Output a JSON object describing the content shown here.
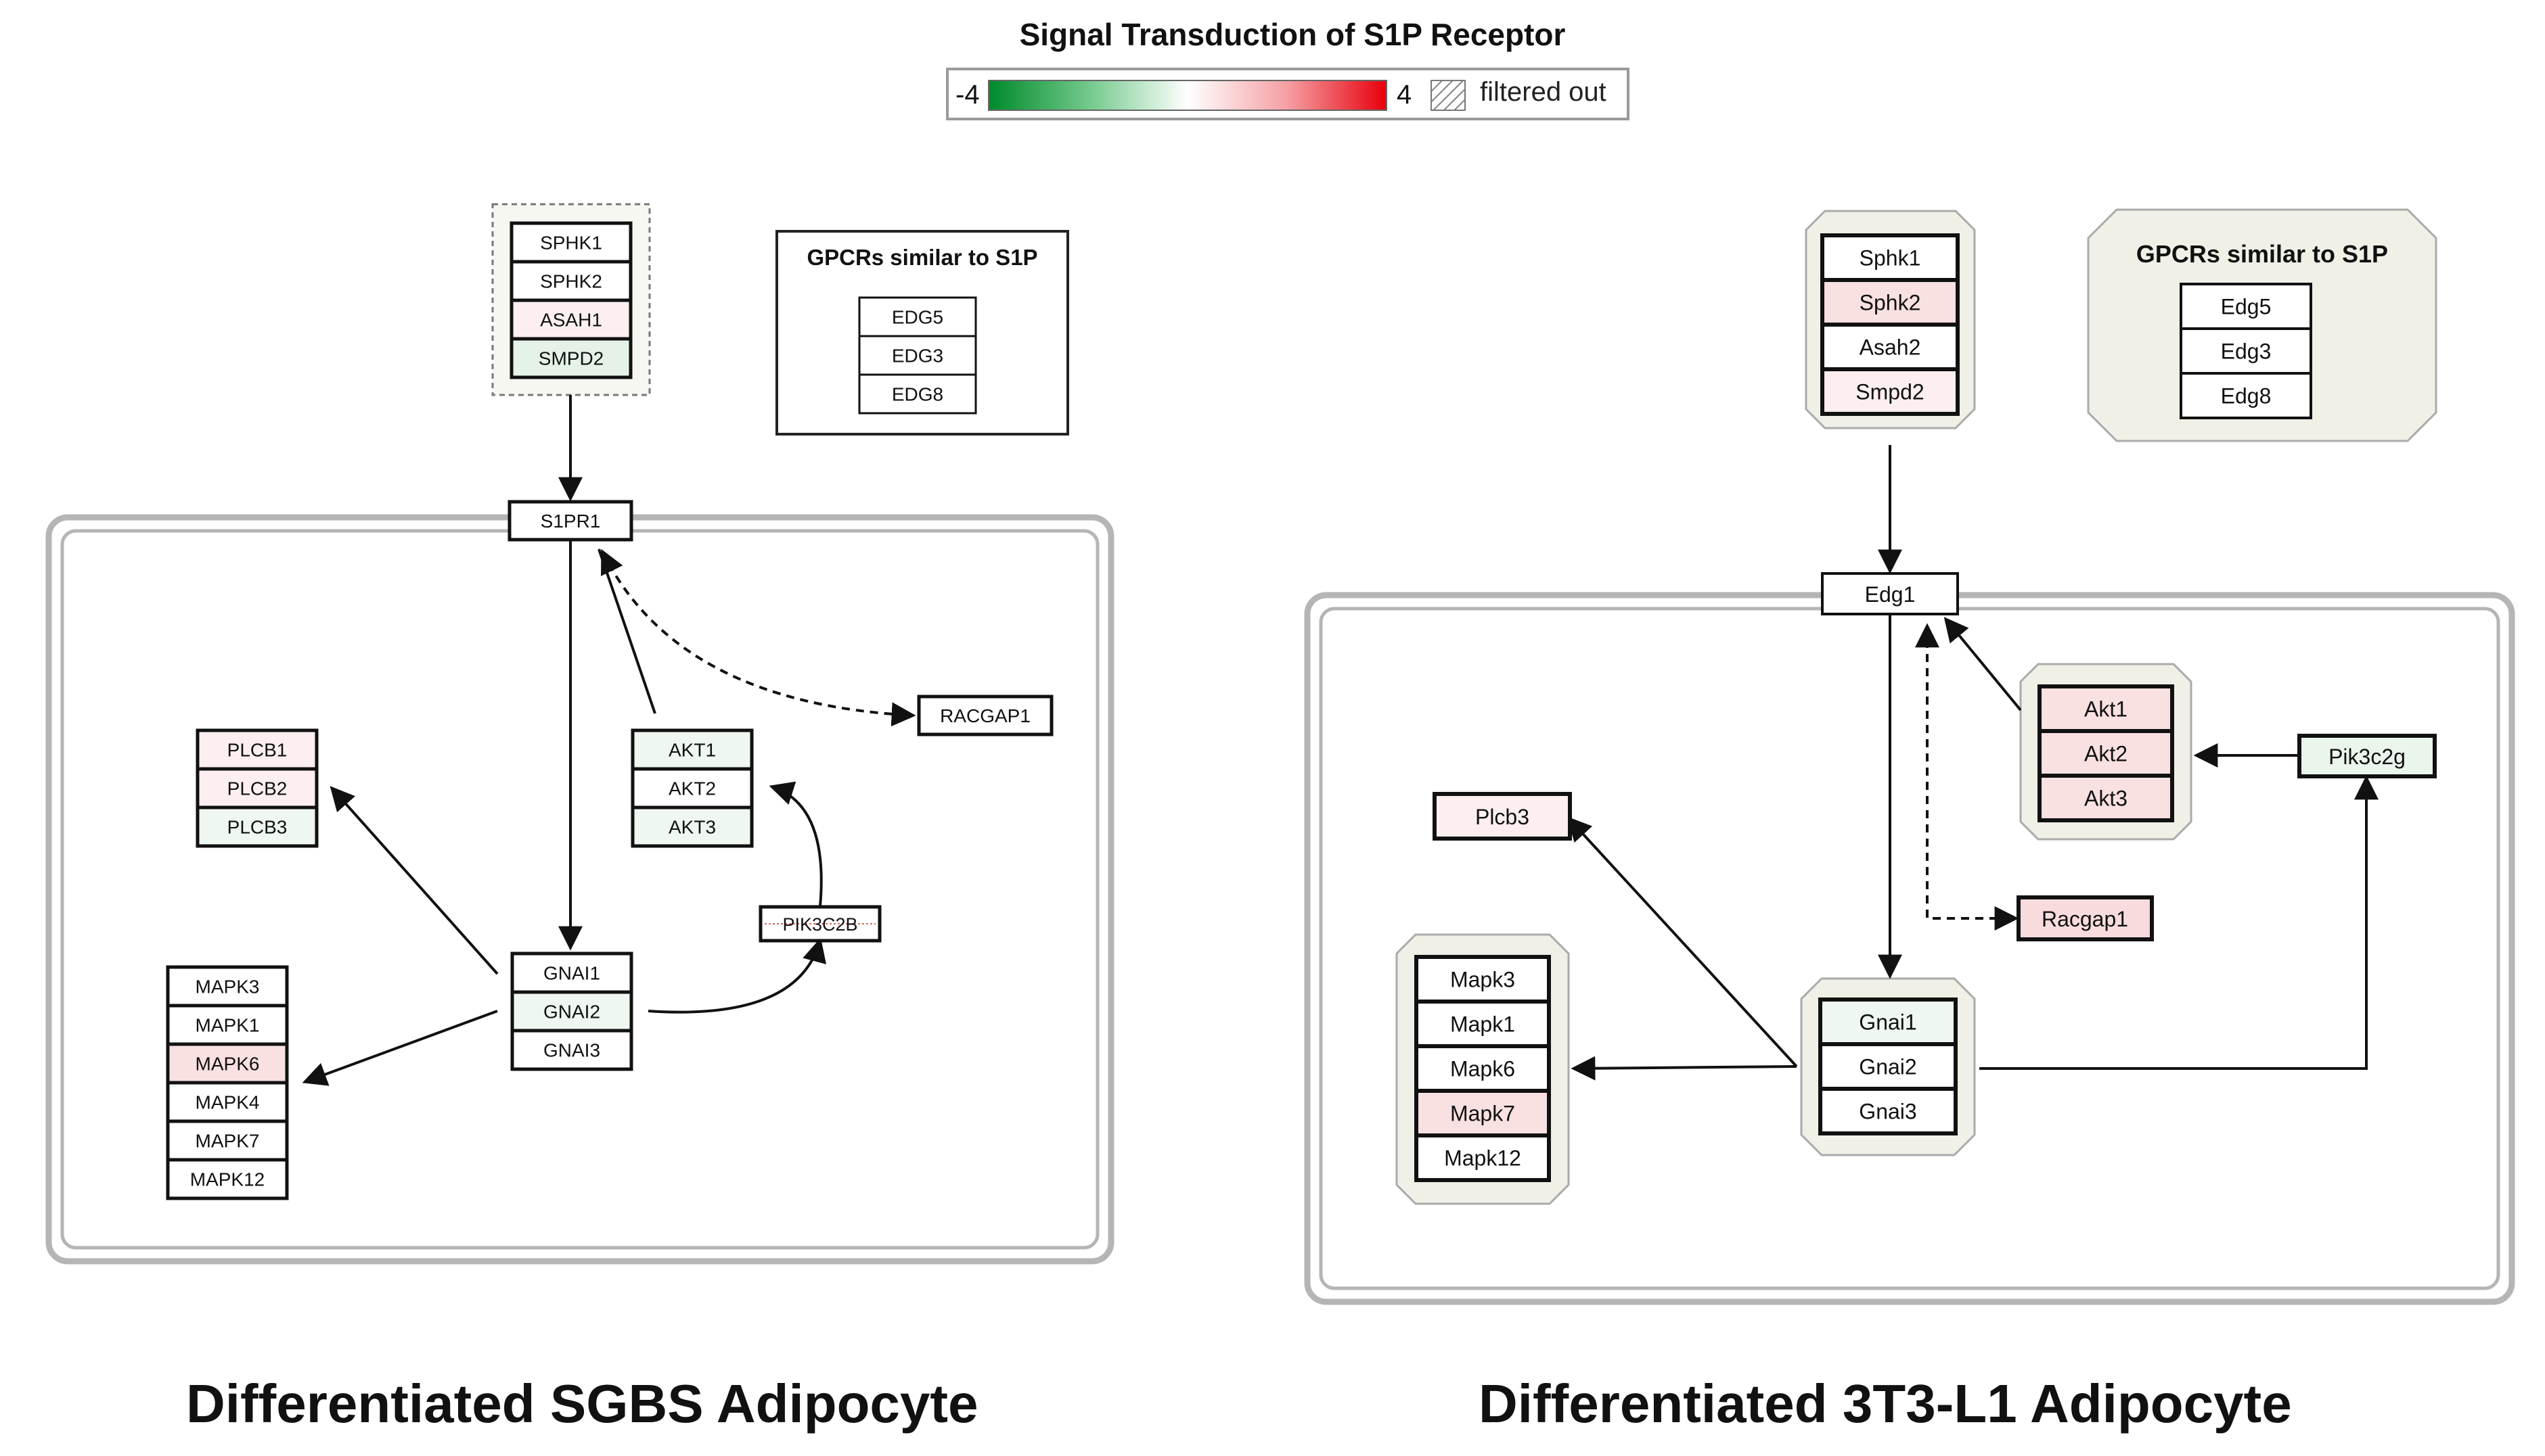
{
  "title": "Signal Transduction of S1P Receptor",
  "legend": {
    "min": "-4",
    "max": "4",
    "filtered_label": "filtered out",
    "colors": {
      "low": "#008a2a",
      "mid": "#ffffff",
      "high": "#e8000c"
    }
  },
  "left": {
    "caption": "Differentiated SGBS Adipocyte",
    "gpcr_title": "GPCRs similar to S1P",
    "gpcrs": [
      "EDG5",
      "EDG3",
      "EDG8"
    ],
    "sphk": [
      "SPHK1",
      "SPHK2",
      "ASAH1",
      "SMPD2"
    ],
    "receptor": "S1PR1",
    "racgap": "RACGAP1",
    "plcb": [
      "PLCB1",
      "PLCB2",
      "PLCB3"
    ],
    "akt": [
      "AKT1",
      "AKT2",
      "AKT3"
    ],
    "pik": "PIK3C2B",
    "gnai": [
      "GNAI1",
      "GNAI2",
      "GNAI3"
    ],
    "mapk": [
      "MAPK3",
      "MAPK1",
      "MAPK6",
      "MAPK4",
      "MAPK7",
      "MAPK12"
    ]
  },
  "right": {
    "caption": "Differentiated 3T3-L1 Adipocyte",
    "gpcr_title": "GPCRs similar to S1P",
    "gpcrs": [
      "Edg5",
      "Edg3",
      "Edg8"
    ],
    "sphk": [
      "Sphk1",
      "Sphk2",
      "Asah2",
      "Smpd2"
    ],
    "receptor": "Edg1",
    "akt": [
      "Akt1",
      "Akt2",
      "Akt3"
    ],
    "pik": "Pik3c2g",
    "plcb": "Plcb3",
    "racgap": "Racgap1",
    "mapk": [
      "Mapk3",
      "Mapk1",
      "Mapk6",
      "Mapk7",
      "Mapk12"
    ],
    "gnai": [
      "Gnai1",
      "Gnai2",
      "Gnai3"
    ]
  }
}
